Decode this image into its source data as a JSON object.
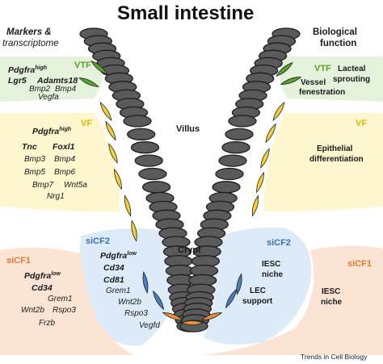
{
  "title": "Small intestine",
  "left_header": {
    "line1": "Markers &",
    "line2": "transcriptome"
  },
  "right_header": {
    "line1": "Biological",
    "line2": "function"
  },
  "villus_label": "Villus",
  "crypt_label": "Crypt",
  "vtf": {
    "label": "VTF",
    "markers": {
      "row1_a": "Pdgfra",
      "row1_a_sup": "high",
      "row2_a": "Lgr5",
      "row2_b": "Adamts18",
      "row3_a": "Bmp2",
      "row3_b": "Bmp4",
      "row4_a": "Vegfa"
    },
    "functions": {
      "f1_line1": "Lacteal",
      "f1_line2": "sprouting",
      "f2_line1": "Vessel",
      "f2_line2": "fenestration"
    }
  },
  "vf": {
    "label": "VF",
    "markers": {
      "row1_a": "Pdgfra",
      "row1_a_sup": "high",
      "row2_a": "Tnc",
      "row2_b": "Foxl1",
      "row3_a": "Bmp3",
      "row3_b": "Bmp4",
      "row4_a": "Bmp5",
      "row4_b": "Bmp6",
      "row5_a": "Bmp7",
      "row5_b": "Wnt5a",
      "row6_a": "Nrg1"
    },
    "functions": {
      "f1_line1": "Epithelial",
      "f1_line2": "differentiation"
    }
  },
  "sicf2": {
    "label": "siCF2",
    "markers": {
      "row1_a": "Pdgfra",
      "row1_a_sup": "low",
      "row2_a": "Cd34",
      "row3_a": "Cd81",
      "row4_a": "Grem1",
      "row5_a": "Wnt2b",
      "row6_a": "Rspo3",
      "row7_a": "Vegfd"
    },
    "functions": {
      "f1_line1": "IESC",
      "f1_line2": "niche",
      "f2_line1": "LEC",
      "f2_line2": "support"
    }
  },
  "sicf1": {
    "label": "siCF1",
    "markers": {
      "row1_a": "Pdgfra",
      "row1_a_sup": "low",
      "row2_a": "Cd34",
      "row3_a": "Grem1",
      "row4_a": "Wnt2b",
      "row4_b": "Rspo3",
      "row5_a": "Frzb"
    },
    "functions": {
      "f1_line1": "IESC",
      "f1_line2": "niche"
    }
  },
  "credit": "Trends in Cell Biology",
  "colors": {
    "epithelium": "#5a5a5a",
    "epithelium_outline": "#1e1e1e",
    "vtf_fill": "#e4f1db",
    "vtf_accent": "#5aa02c",
    "vf_fill": "#fdf6cf",
    "vf_accent": "#f2d233",
    "sicf2_fill": "#dcebf7",
    "sicf2_accent": "#4a7fc0",
    "sicf1_fill": "#fbe4d4",
    "sicf1_accent": "#e8913e"
  }
}
